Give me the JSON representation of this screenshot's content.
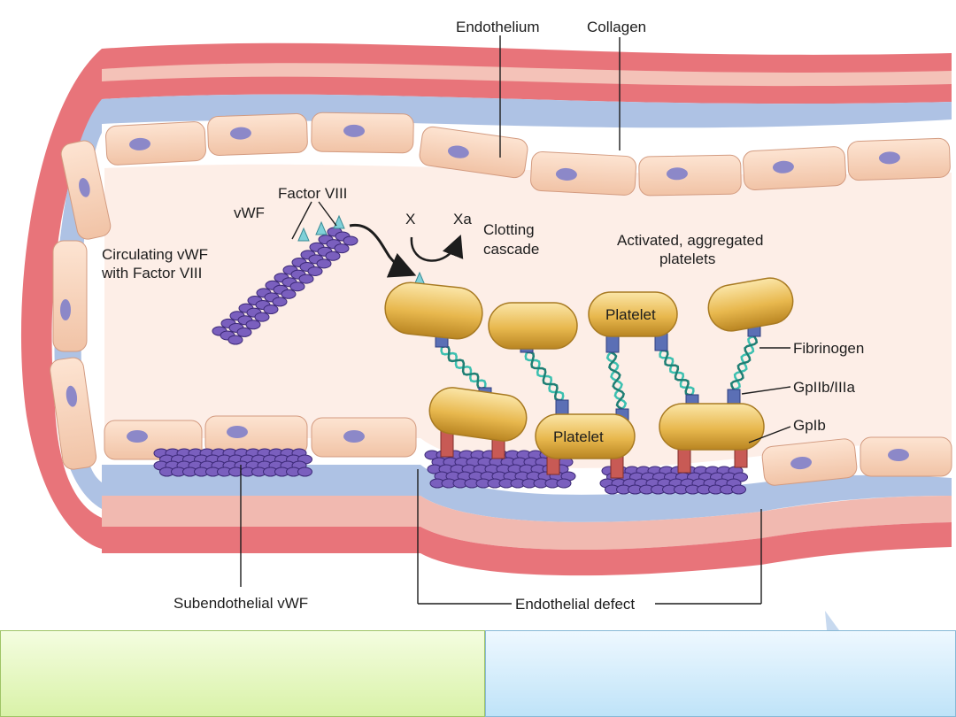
{
  "labels": {
    "endothelium": "Endothelium",
    "collagen": "Collagen",
    "factor_viii": "Factor VIII",
    "vwf": "vWF",
    "circulating_line1": "Circulating vWF",
    "circulating_line2": "with Factor VIII",
    "x": "X",
    "xa": "Xa",
    "clotting_line1": "Clotting",
    "clotting_line2": "cascade",
    "activated_line1": "Activated, aggregated",
    "activated_line2": "platelets",
    "platelet": "Platelet",
    "fibrinogen": "Fibrinogen",
    "gp2b3a": "GpIIb/IIIa",
    "gp1b": "GpIb",
    "subendothelial": "Subendothelial vWF",
    "endothelial_defect": "Endothelial defect"
  },
  "colors": {
    "outer_wall": "#e8747a",
    "wall_pink": "#f1b9b0",
    "collagen_layer": "#aec2e4",
    "endothelial_cell": "#f8d3bb",
    "nucleus": "#8c88c8",
    "lumen": "#fdeee7",
    "vwf_strand": "#6a4fa8",
    "platelet": "#e8b84e",
    "fibrinogen": "#2fa79a",
    "gp2b3a": "#5b6fb5",
    "gp1b": "#c85a55",
    "panel_left": "#e6f7c4",
    "panel_right": "#d3edfb"
  }
}
